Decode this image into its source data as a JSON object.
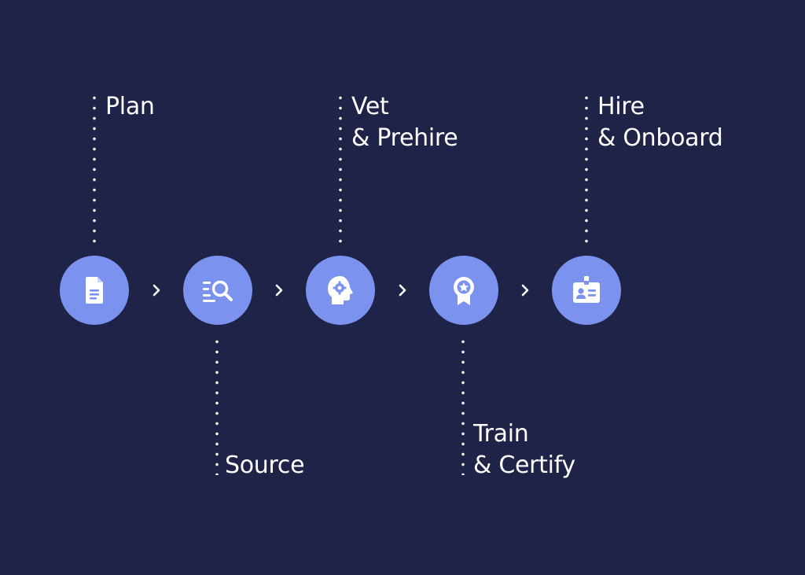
{
  "colors": {
    "background": "#1e2347",
    "node_fill": "#7b93ef",
    "text": "#ffffff"
  },
  "steps": [
    {
      "lines": [
        "Plan"
      ],
      "icon": "document-icon",
      "label_position": "top"
    },
    {
      "lines": [
        "Source"
      ],
      "icon": "list-search-icon",
      "label_position": "bottom"
    },
    {
      "lines": [
        "Vet",
        "& Prehire"
      ],
      "icon": "head-gear-icon",
      "label_position": "top"
    },
    {
      "lines": [
        "Train",
        "& Certify"
      ],
      "icon": "award-ribbon-icon",
      "label_position": "bottom"
    },
    {
      "lines": [
        "Hire",
        "& Onboard"
      ],
      "icon": "id-badge-icon",
      "label_position": "top"
    }
  ],
  "connectors": [
    {
      "icon": "chevron-right-icon"
    },
    {
      "icon": "chevron-right-icon"
    },
    {
      "icon": "chevron-right-icon"
    },
    {
      "icon": "chevron-right-icon"
    }
  ]
}
